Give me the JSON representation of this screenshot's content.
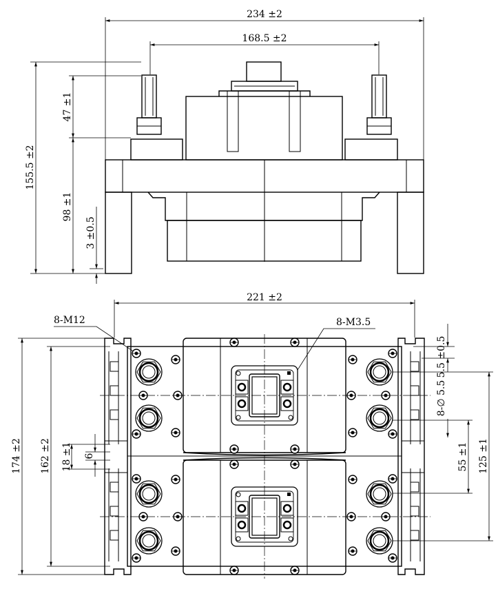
{
  "dimensions": {
    "overall_width": "234 ±2",
    "terminal_spacing": "168.5 ±2",
    "overall_height": "155.5 ±2",
    "terminal_height": "47 ±1",
    "body_height": "98 ±1",
    "base_offset": "3 ±0.5",
    "base_width": "221 ±2",
    "length_outer": "174 ±2",
    "length_inner": "162 ±2",
    "gap": "18 ±1",
    "gap_small": "6",
    "hole_offset": "5.5 ±0.5",
    "mount_holes": "8-∅ 5.5",
    "pitch_55": "55 ±1",
    "pitch_125": "125 ±1"
  },
  "callouts": {
    "main_screws": "8-M12",
    "aux_screws": "8-M3.5"
  }
}
